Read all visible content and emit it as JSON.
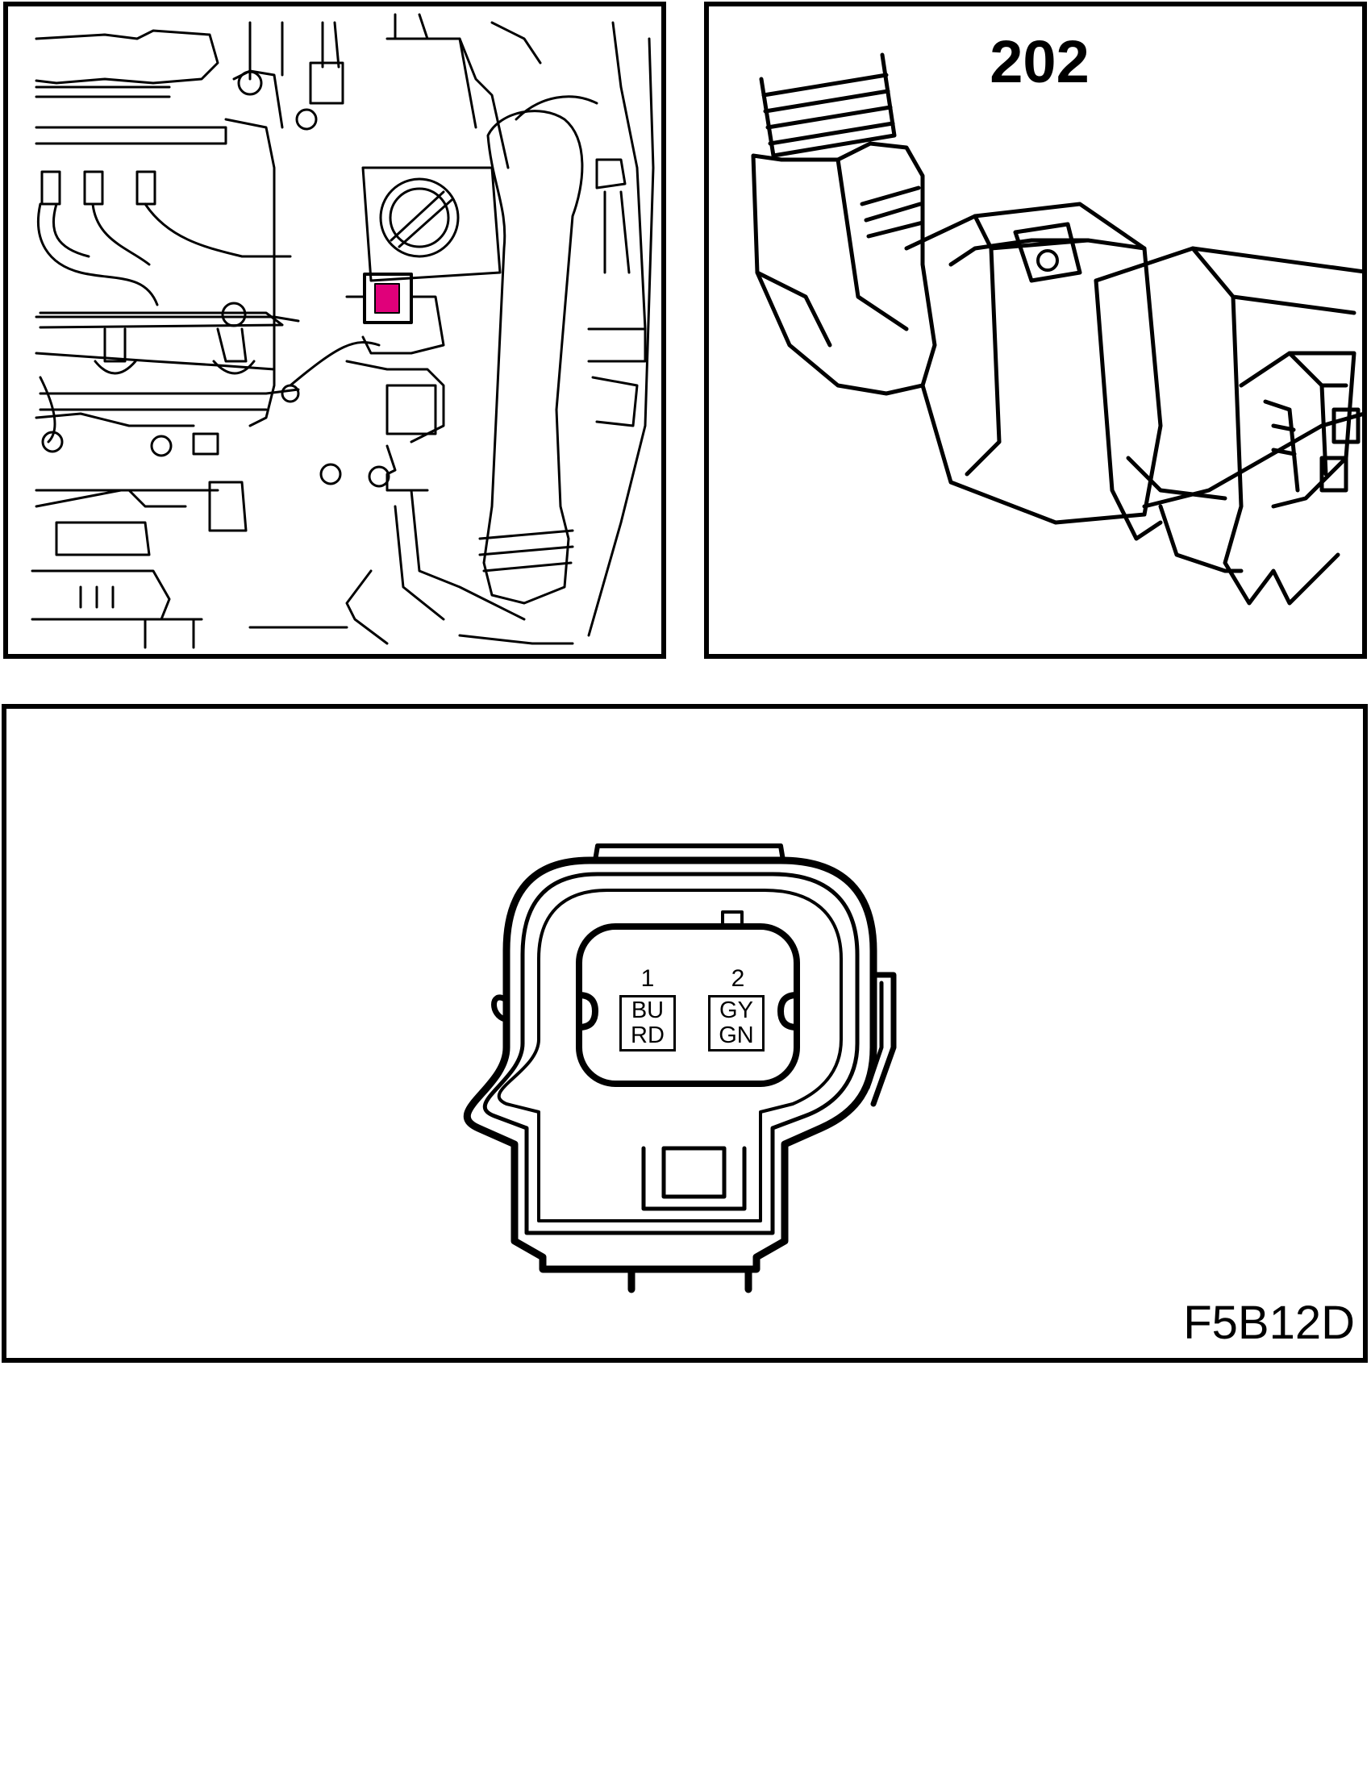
{
  "panels": {
    "connector_number": "202",
    "figure_code": "F5B12D"
  },
  "connector_face": {
    "pins": [
      {
        "number": "1",
        "colors": [
          "BU",
          "RD"
        ]
      },
      {
        "number": "2",
        "colors": [
          "GY",
          "GN"
        ]
      }
    ]
  },
  "highlight_color": "#e0007a"
}
